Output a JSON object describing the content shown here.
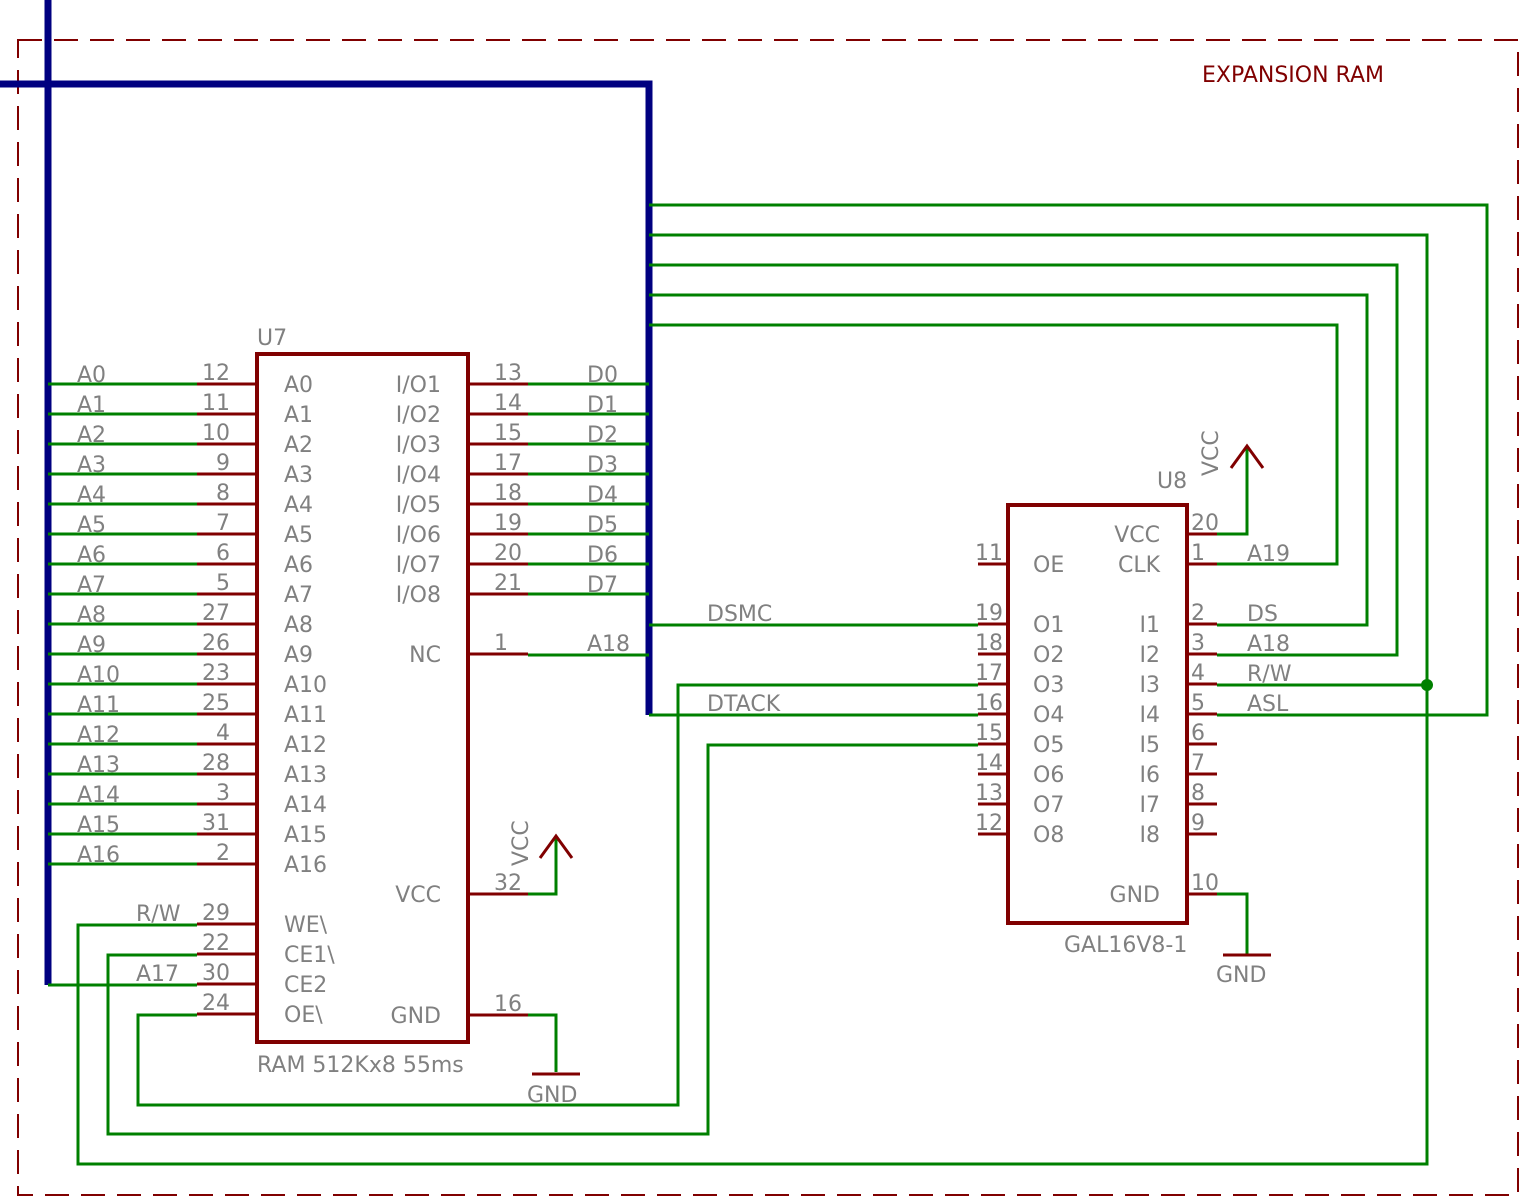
{
  "frame": {
    "label": "EXPANSION RAM"
  },
  "u7": {
    "ref": "U7",
    "value": "RAM 512Kx8 55ms",
    "left_pins": [
      {
        "name": "A0",
        "num": "12",
        "net": "A0"
      },
      {
        "name": "A1",
        "num": "11",
        "net": "A1"
      },
      {
        "name": "A2",
        "num": "10",
        "net": "A2"
      },
      {
        "name": "A3",
        "num": "9",
        "net": "A3"
      },
      {
        "name": "A4",
        "num": "8",
        "net": "A4"
      },
      {
        "name": "A5",
        "num": "7",
        "net": "A5"
      },
      {
        "name": "A6",
        "num": "6",
        "net": "A6"
      },
      {
        "name": "A7",
        "num": "5",
        "net": "A7"
      },
      {
        "name": "A8",
        "num": "27",
        "net": "A8"
      },
      {
        "name": "A9",
        "num": "26",
        "net": "A9"
      },
      {
        "name": "A10",
        "num": "23",
        "net": "A10"
      },
      {
        "name": "A11",
        "num": "25",
        "net": "A11"
      },
      {
        "name": "A12",
        "num": "4",
        "net": "A12"
      },
      {
        "name": "A13",
        "num": "28",
        "net": "A13"
      },
      {
        "name": "A14",
        "num": "3",
        "net": "A14"
      },
      {
        "name": "A15",
        "num": "31",
        "net": "A15"
      },
      {
        "name": "A16",
        "num": "2",
        "net": "A16"
      },
      {
        "name": "WE\\",
        "num": "29",
        "net": "R/W"
      },
      {
        "name": "CE1\\",
        "num": "22",
        "net": ""
      },
      {
        "name": "CE2",
        "num": "30",
        "net": "A17"
      },
      {
        "name": "OE\\",
        "num": "24",
        "net": ""
      }
    ],
    "right_pins": [
      {
        "name": "I/O1",
        "num": "13",
        "net": "D0"
      },
      {
        "name": "I/O2",
        "num": "14",
        "net": "D1"
      },
      {
        "name": "I/O3",
        "num": "15",
        "net": "D2"
      },
      {
        "name": "I/O4",
        "num": "17",
        "net": "D3"
      },
      {
        "name": "I/O5",
        "num": "18",
        "net": "D4"
      },
      {
        "name": "I/O6",
        "num": "19",
        "net": "D5"
      },
      {
        "name": "I/O7",
        "num": "20",
        "net": "D6"
      },
      {
        "name": "I/O8",
        "num": "21",
        "net": "D7"
      },
      {
        "name": "NC",
        "num": "1",
        "net": "A18"
      },
      {
        "name": "VCC",
        "num": "32",
        "net": ""
      },
      {
        "name": "GND",
        "num": "16",
        "net": ""
      }
    ],
    "vcc_label": "VCC",
    "gnd_label": "GND"
  },
  "u8": {
    "ref": "U8",
    "value": "GAL16V8-1",
    "left_pins": [
      {
        "name": "OE",
        "num": "11",
        "net": ""
      },
      {
        "name": "O1",
        "num": "19",
        "net": "DSMC"
      },
      {
        "name": "O2",
        "num": "18",
        "net": ""
      },
      {
        "name": "O3",
        "num": "17",
        "net": ""
      },
      {
        "name": "O4",
        "num": "16",
        "net": "DTACK"
      },
      {
        "name": "O5",
        "num": "15",
        "net": ""
      },
      {
        "name": "O6",
        "num": "14",
        "net": ""
      },
      {
        "name": "O7",
        "num": "13",
        "net": ""
      },
      {
        "name": "O8",
        "num": "12",
        "net": ""
      }
    ],
    "right_pins": [
      {
        "name": "VCC",
        "num": "20",
        "net": ""
      },
      {
        "name": "CLK",
        "num": "1",
        "net": "A19"
      },
      {
        "name": "I1",
        "num": "2",
        "net": "DS"
      },
      {
        "name": "I2",
        "num": "3",
        "net": "A18"
      },
      {
        "name": "I3",
        "num": "4",
        "net": "R/W"
      },
      {
        "name": "I4",
        "num": "5",
        "net": "ASL"
      },
      {
        "name": "I5",
        "num": "6",
        "net": ""
      },
      {
        "name": "I6",
        "num": "7",
        "net": ""
      },
      {
        "name": "I7",
        "num": "8",
        "net": ""
      },
      {
        "name": "I8",
        "num": "9",
        "net": ""
      },
      {
        "name": "GND",
        "num": "10",
        "net": ""
      }
    ],
    "vcc_label": "VCC",
    "gnd_label": "GND"
  },
  "colors": {
    "wire": "#008000",
    "bus": "#000080",
    "component": "#800000",
    "text": "#808080"
  }
}
